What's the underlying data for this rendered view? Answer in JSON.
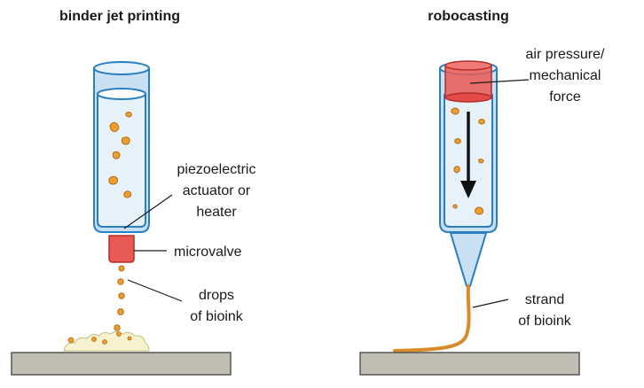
{
  "binder_jet": {
    "title": "binder jet printing",
    "labels": {
      "actuator_line1": "piezoelectric",
      "actuator_line2": "actuator or",
      "actuator_line3": "heater",
      "microvalve": "microvalve",
      "drops_line1": "drops",
      "drops_line2": "of bioink"
    }
  },
  "robocasting": {
    "title": "robocasting",
    "labels": {
      "force_line1": "air pressure/",
      "force_line2": "mechanical",
      "force_line3": "force",
      "strand_line1": "strand",
      "strand_line2": "of bioink"
    }
  },
  "colors": {
    "cartridge_fill": "#c9dff2",
    "cartridge_inner": "#e7f1fa",
    "cartridge_stroke": "#2a7fc1",
    "valve_red": "#ea5a55",
    "particle_orange": "#ec9e2e",
    "substrate": "#c1bfb3",
    "arrow": "#111111"
  }
}
